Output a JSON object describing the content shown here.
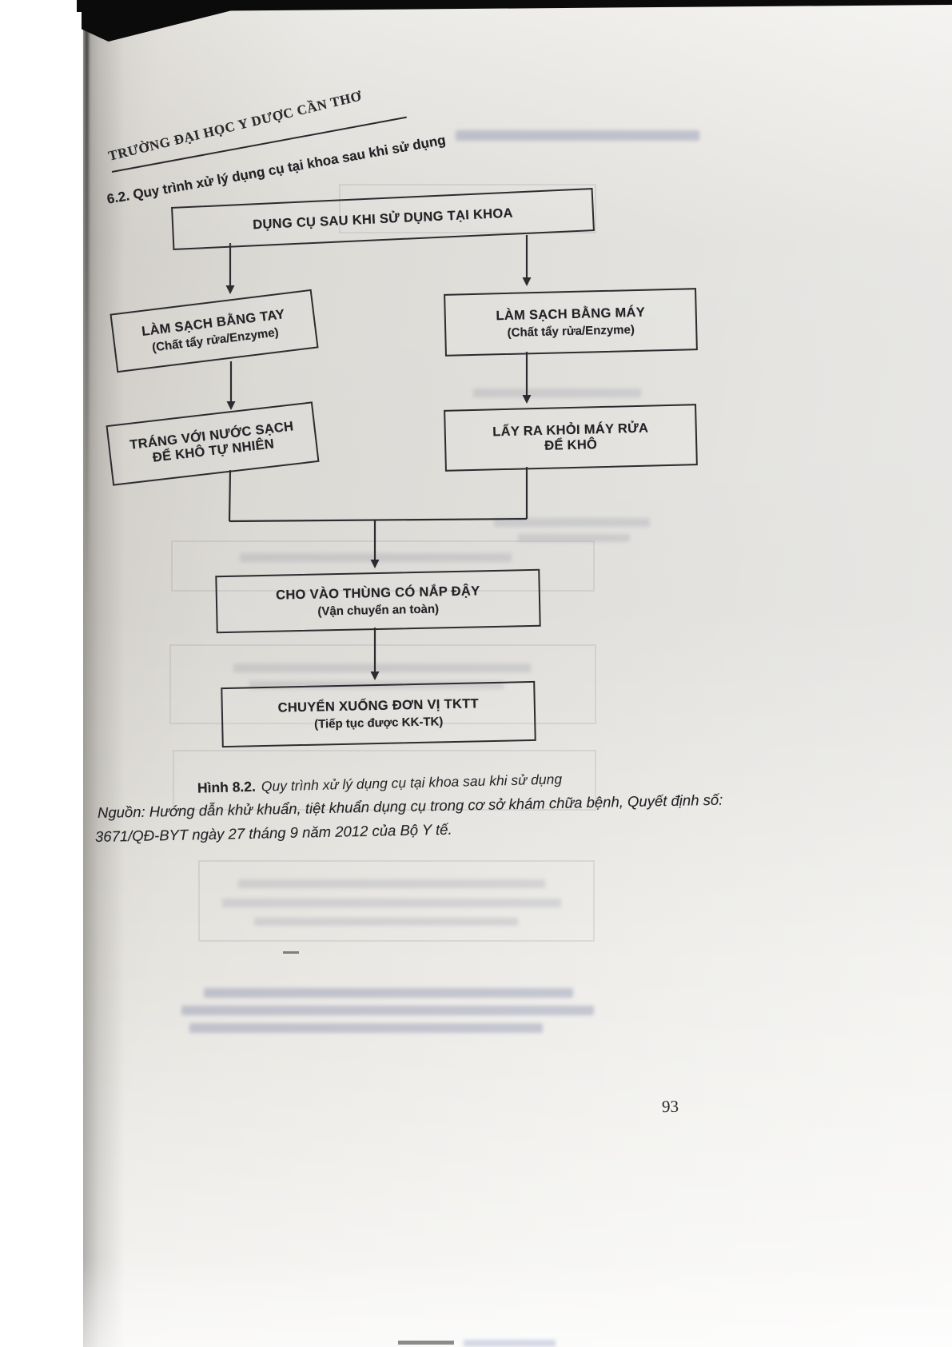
{
  "colors": {
    "ink": "#26262a",
    "paper": "#e9e7e2",
    "box_border": "#2c2c30"
  },
  "header": {
    "university": "TRƯỜNG ĐẠI HỌC Y DƯỢC CẦN THƠ",
    "section_title": "6.2. Quy trình xử lý dụng cụ tại khoa sau khi sử dụng"
  },
  "flowchart": {
    "start": {
      "line1": "DỤNG CỤ SAU KHI SỬ DỤNG TẠI KHOA"
    },
    "hand_wash": {
      "line1": "LÀM SẠCH BẰNG TAY",
      "line2": "(Chất tẩy rửa/Enzyme)"
    },
    "machine_wash": {
      "line1": "LÀM SẠCH BẰNG MÁY",
      "line2": "(Chất tẩy rửa/Enzyme)"
    },
    "rinse_dry": {
      "line1": "TRÁNG VỚI NƯỚC SẠCH",
      "line2": "ĐỂ KHÔ TỰ NHIÊN"
    },
    "machine_out": {
      "line1": "LẤY RA KHỎI MÁY RỬA",
      "line2": "ĐỂ KHÔ"
    },
    "container": {
      "line1": "CHO VÀO THÙNG CÓ NẮP ĐẬY",
      "line2": "(Vận chuyển an toàn)"
    },
    "transfer": {
      "line1": "CHUYỂN XUỐNG ĐƠN VỊ TKTT",
      "line2": "(Tiếp tục được KK-TK)"
    }
  },
  "caption": {
    "label": "Hình 8.2.",
    "text": "Quy trình xử lý dụng cụ tại khoa sau khi sử dụng"
  },
  "source": {
    "line1": "Nguồn: Hướng dẫn khử khuẩn, tiệt khuẩn dụng cụ trong cơ sở khám chữa bệnh, Quyết định số:",
    "line2": "3671/QĐ-BYT ngày 27 tháng 9 năm 2012 của Bộ Y tế."
  },
  "footer": {
    "page_number": "93"
  }
}
